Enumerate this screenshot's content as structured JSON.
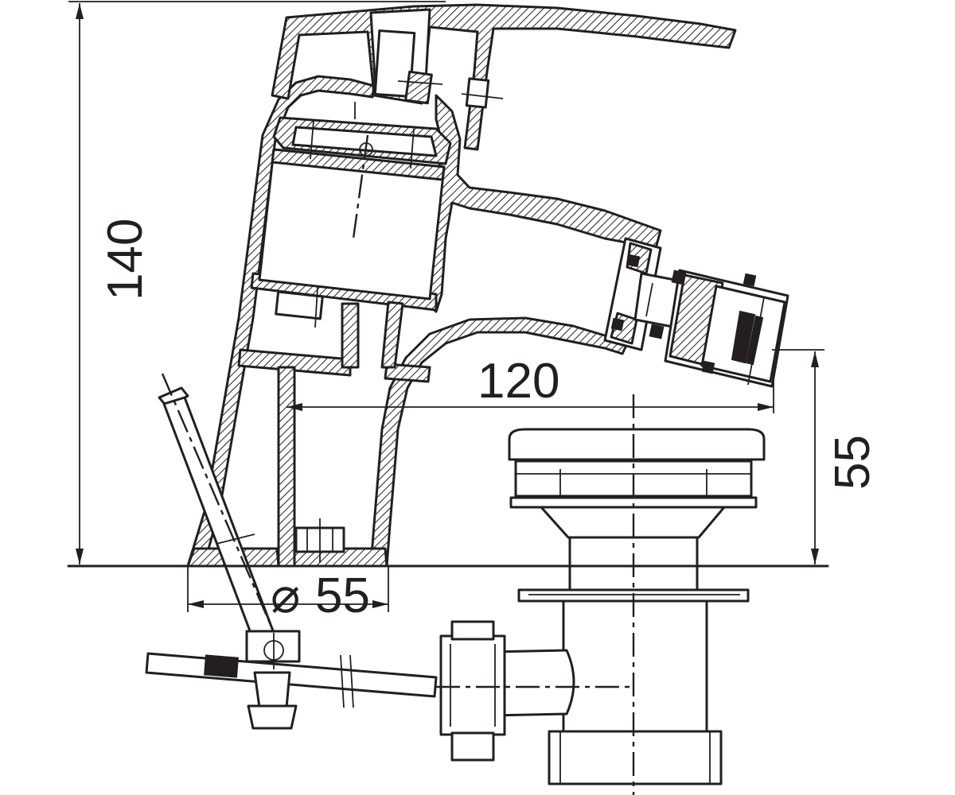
{
  "drawing": {
    "dimensions": {
      "height_total": "140",
      "spout_reach": "120",
      "spout_height": "55",
      "base_diameter_value": "55",
      "diameter_symbol": "⌀"
    }
  }
}
